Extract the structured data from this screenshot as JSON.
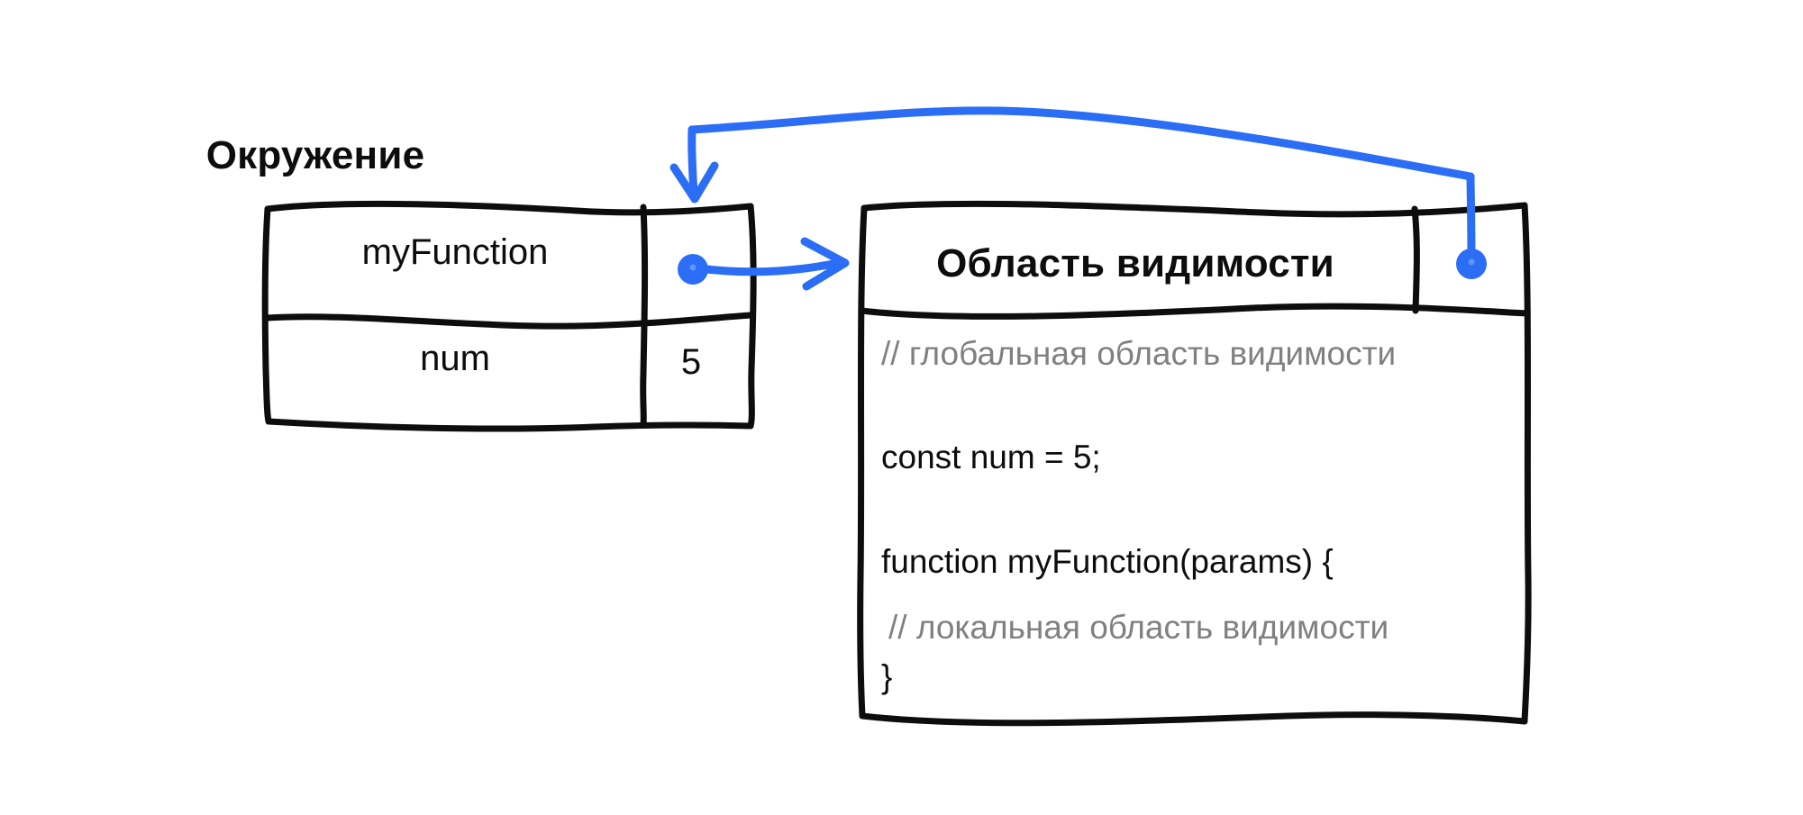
{
  "diagram": {
    "title": "JavaScript scope and environment diagram",
    "accent_color": "#2b6ef5",
    "ink_color": "#0d0d0d",
    "comment_color": "#808080",
    "background": "#ffffff"
  },
  "environment_table": {
    "title": "Окружение",
    "rows": [
      {
        "key": "myFunction",
        "value": "",
        "value_is_reference": true
      },
      {
        "key": "num",
        "value": "5",
        "value_is_reference": false
      }
    ]
  },
  "scope_box": {
    "title": "Область видимости",
    "reference_dot": true,
    "code_lines": [
      {
        "text": "// глобальная область видимости",
        "kind": "comment"
      },
      {
        "text": "const num = 5;",
        "kind": "code"
      },
      {
        "text": "function myFunction(params) {",
        "kind": "code"
      },
      {
        "text": "// локальная область видимости",
        "kind": "comment"
      },
      {
        "text": "}",
        "kind": "code"
      }
    ]
  },
  "connectors": [
    {
      "name": "reference-arrow-to-scope",
      "from": "environment_table.rows.0.value",
      "to": "scope_box",
      "color": "#2b6ef5"
    },
    {
      "name": "scope-back-reference-arrow",
      "from": "scope_box.reference_dot",
      "to": "environment_table.value_column",
      "color": "#2b6ef5"
    }
  ]
}
